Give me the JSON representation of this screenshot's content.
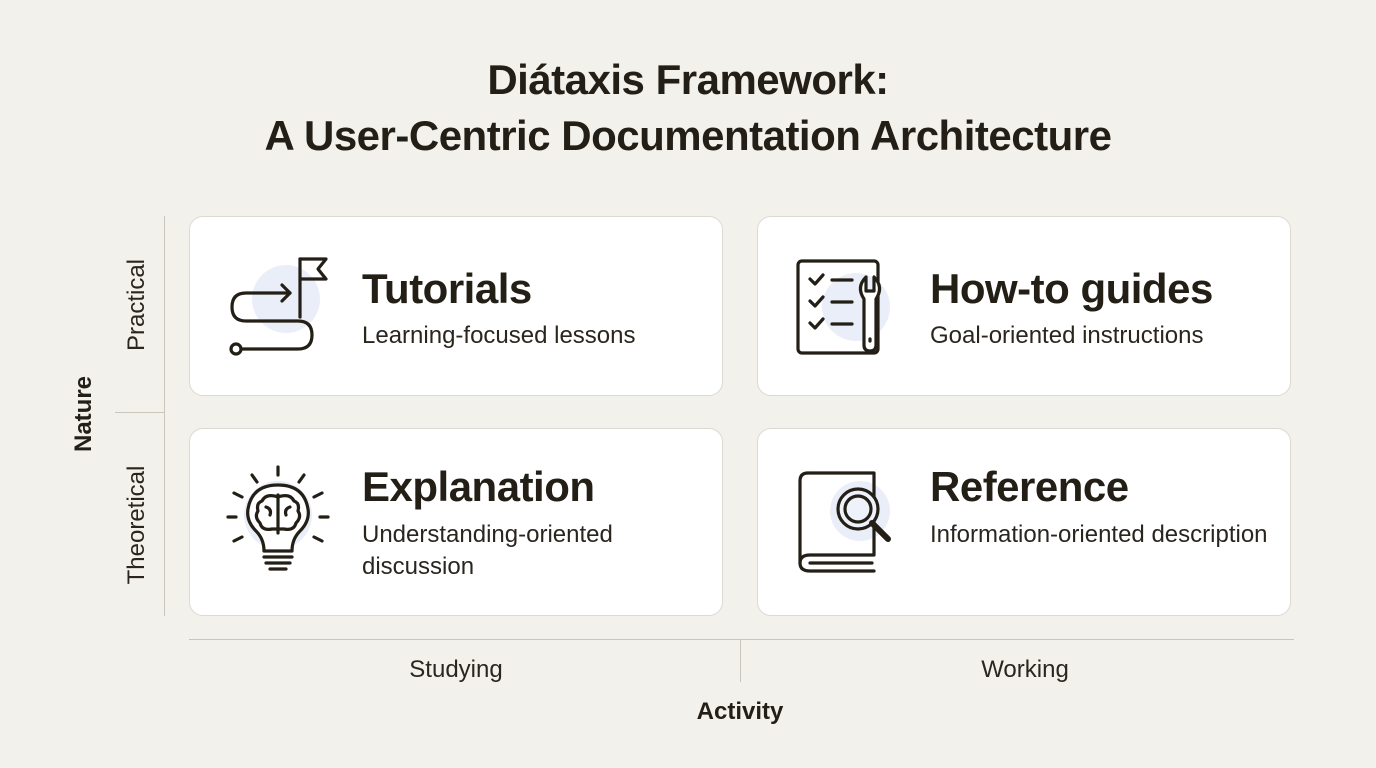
{
  "title": {
    "line1": "Diátaxis Framework:",
    "line2": "A User-Centric Documentation Architecture"
  },
  "axes": {
    "vertical_title": "Nature",
    "vertical_labels": [
      "Practical",
      "Theoretical"
    ],
    "horizontal_title": "Activity",
    "horizontal_labels": [
      "Studying",
      "Working"
    ]
  },
  "quadrants": [
    {
      "title": "Tutorials",
      "subtitle": "Learning-focused lessons",
      "icon": "winding-path-flag-icon"
    },
    {
      "title": "How-to guides",
      "subtitle": "Goal-oriented instructions",
      "icon": "checklist-wrench-icon"
    },
    {
      "title": "Explanation",
      "subtitle": "Understanding-oriented discussion",
      "icon": "lightbulb-brain-icon"
    },
    {
      "title": "Reference",
      "subtitle": "Information-oriented description",
      "icon": "book-magnifier-icon"
    }
  ],
  "colors": {
    "background": "#f2f1ec",
    "card": "#ffffff",
    "text": "#231f17",
    "icon_glow": "#dfe7f7"
  }
}
